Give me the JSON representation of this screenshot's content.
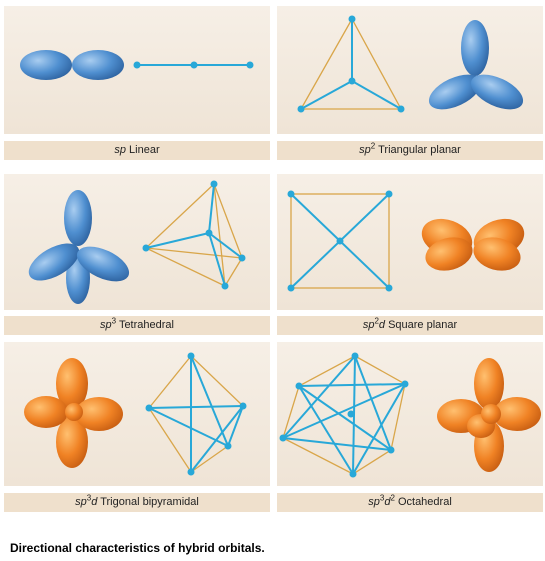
{
  "figure": {
    "caption": "Directional characteristics of hybrid orbitals."
  },
  "panels": [
    {
      "id": "sp",
      "pre": "sp",
      "sup": "",
      "tail": "",
      "label": "Linear"
    },
    {
      "id": "sp2",
      "pre": "sp",
      "sup": "2",
      "tail": "",
      "label": "Triangular planar"
    },
    {
      "id": "sp3",
      "pre": "sp",
      "sup": "3",
      "tail": "",
      "label": "Tetrahedral"
    },
    {
      "id": "sp2d",
      "pre": "sp",
      "sup": "2",
      "tail": "d",
      "label": "Square planar"
    },
    {
      "id": "sp3d",
      "pre": "sp",
      "sup": "3",
      "tail": "d",
      "label": "Trigonal bipyramidal"
    },
    {
      "id": "sp3d2",
      "pre": "sp",
      "sup": "3",
      "tail": "d",
      "sup2": "2",
      "label": "Octahedral"
    }
  ],
  "colors": {
    "blue_lobe": "#4f8fd0",
    "orange_lobe": "#f08224",
    "bond": "#28a8d8",
    "edge": "#d9a64a",
    "caption_bg": "#efe0cc"
  }
}
